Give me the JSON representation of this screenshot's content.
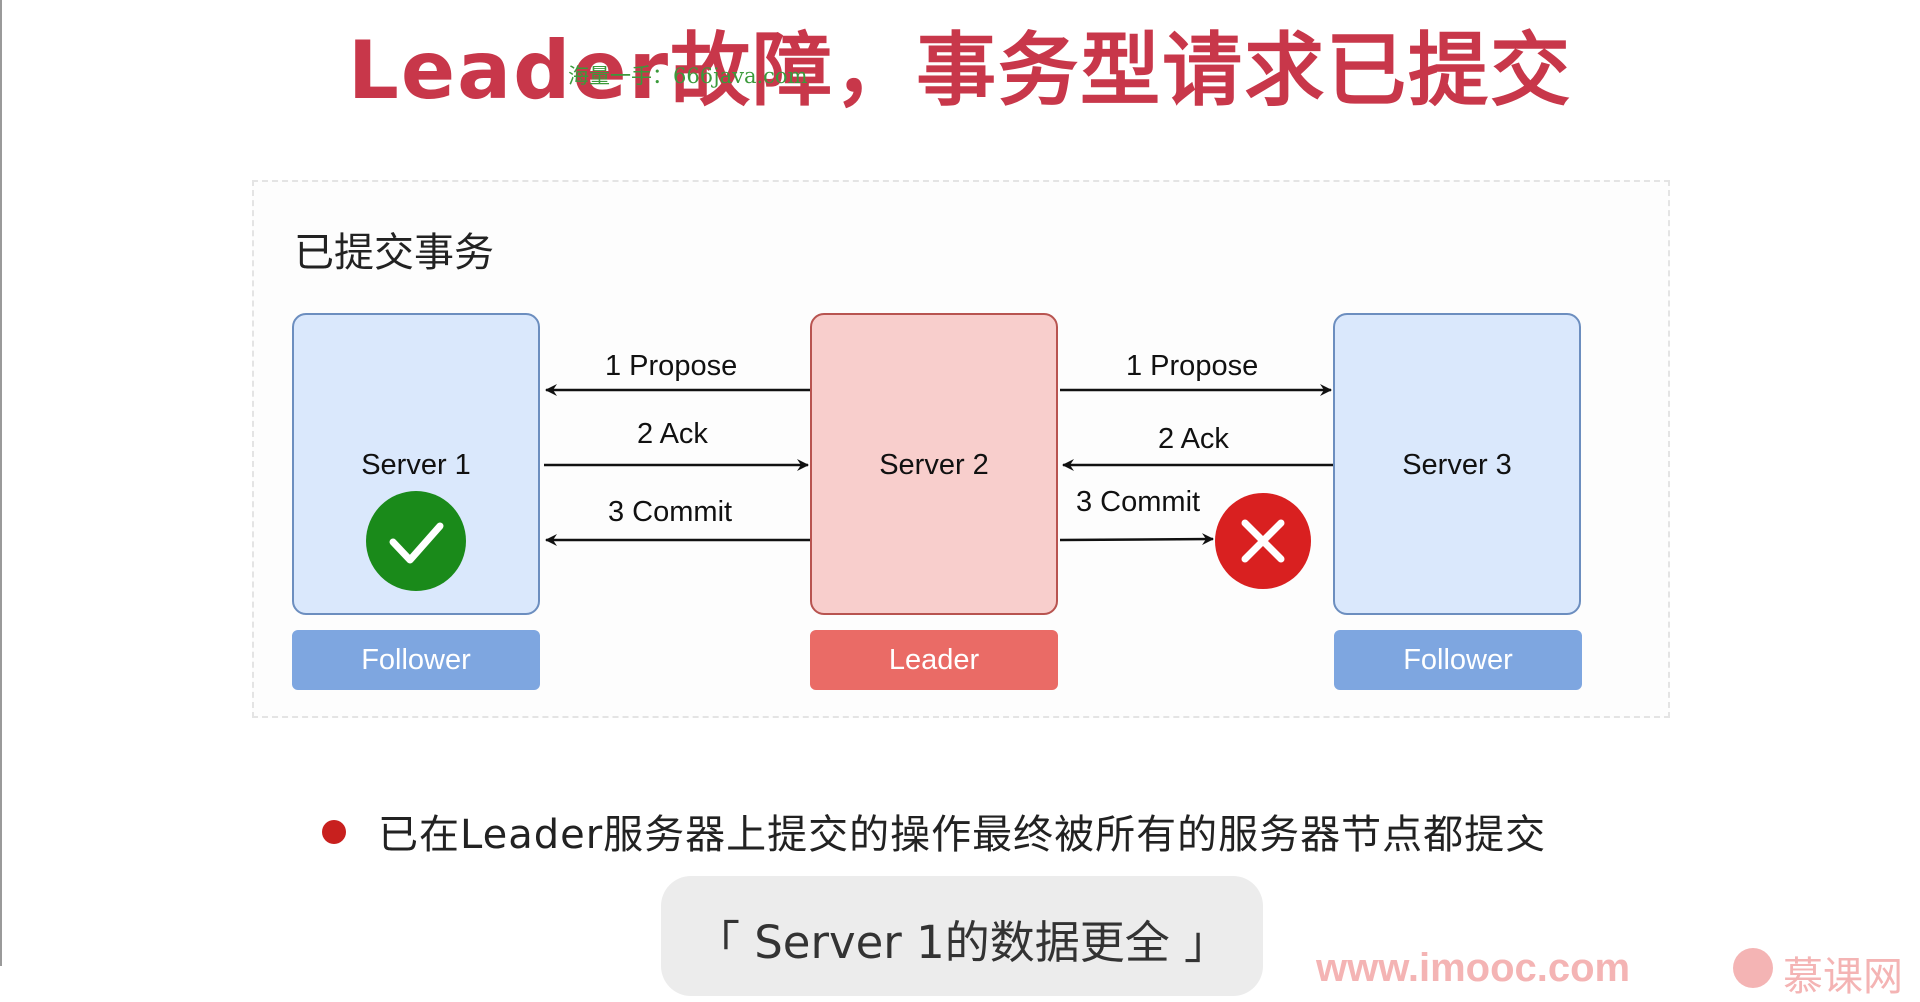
{
  "title": "Leader故障，事务型请求已提交",
  "watermark": "海量一手：666java.com",
  "diagram": {
    "section_label": "已提交事务",
    "servers": [
      {
        "name": "Server 1",
        "role": "Follower",
        "status_icon": "check-circle-icon"
      },
      {
        "name": "Server 2",
        "role": "Leader"
      },
      {
        "name": "Server 3",
        "role": "Follower"
      }
    ],
    "arrows_left": {
      "propose": "1 Propose",
      "ack": "2 Ack",
      "commit": "3 Commit"
    },
    "arrows_right": {
      "propose": "1 Propose",
      "ack": "2 Ack",
      "commit": "3 Commit",
      "commit_status_icon": "x-circle-icon"
    },
    "colors": {
      "follower_fill": "#dae8fc",
      "follower_border": "#6c8ebf",
      "leader_fill": "#f8cecc",
      "leader_border": "#b85450",
      "follower_badge": "#7ea6e0",
      "leader_badge": "#ea6b66",
      "success": "#1a8a1a",
      "failure": "#d92020"
    }
  },
  "bullet": "已在Leader服务器上提交的操作最终被所有的服务器节点都提交",
  "note": "「 Server 1的数据更全 」",
  "brand": {
    "url": "www.imooc.com",
    "name": "慕课网"
  }
}
